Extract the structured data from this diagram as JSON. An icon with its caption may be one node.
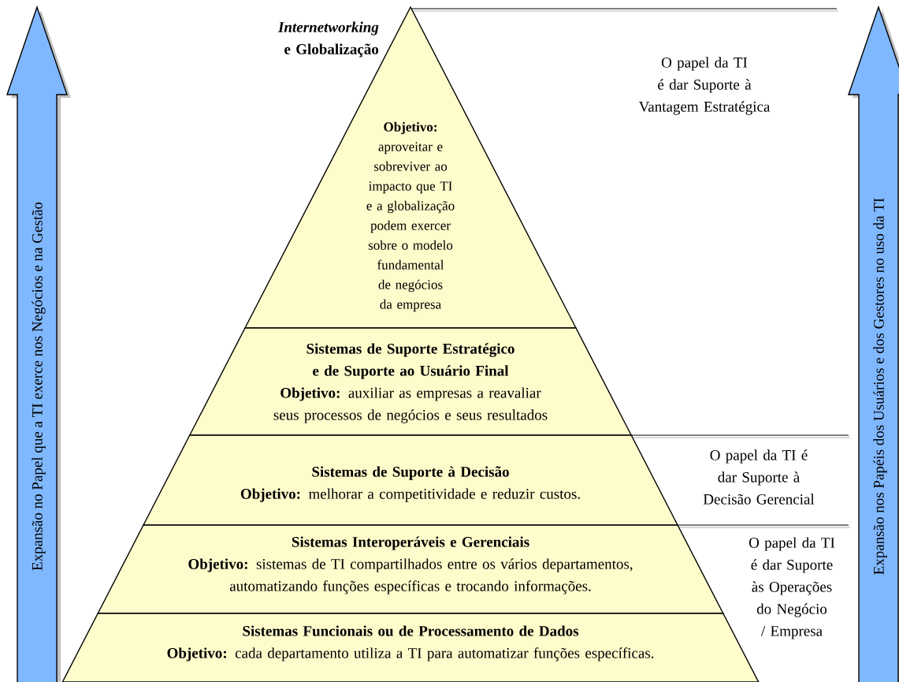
{
  "diagram": {
    "nodes": [
      {
        "text": [
          "*Internetworking* e Globalização",
          "**Objetivo:** aproveitar e sobreviver ao impacto que TI e a globalização podem exercer sobre o modelo fundamental de negócios da empresa"
        ]
      },
      {
        "text": [
          "Sistemas de Suporte Estratégico e de Suporte ao Usuário Final",
          "**Objetivo:** auxiliar as empresas a reavaliar seus processos de negócios e seus resultados"
        ]
      },
      {
        "text": [
          "Sistemas de Suporte à Decisão",
          "**Objetivo:** melhorar a competitividade e reduzir custos."
        ]
      },
      {
        "text": [
          "Sistemas Interoperáveis e Gerenciais",
          "**Objetivo:** sistemas de TI compartilhados entre os vários departamentos, automatizando funções específicas e trocando informações."
        ]
      },
      {
        "text": [
          "Sistemas Funcionais ou de Processamento de Dados",
          "**Objetivo:** cada departamento utiliza a TI para automatizar funções específicas."
        ]
      },
      {
        "text": [
          "Expansão no Papel que a TI exerce nos Negócios e na Gestão"
        ]
      },
      {
        "text": [
          "Expansão nos Papéis dos Usuários e dos Gestores no uso da TI"
        ]
      }
    ],
    "labels": [
      "O papel da TI é dar Suporte à Vantagem Estratégica",
      "O papel da TI é dar Suporte à Decisão Gerencial",
      "O papel da TI é dar Suporte às Operações do Negócio / Empresa"
    ]
  }
}
